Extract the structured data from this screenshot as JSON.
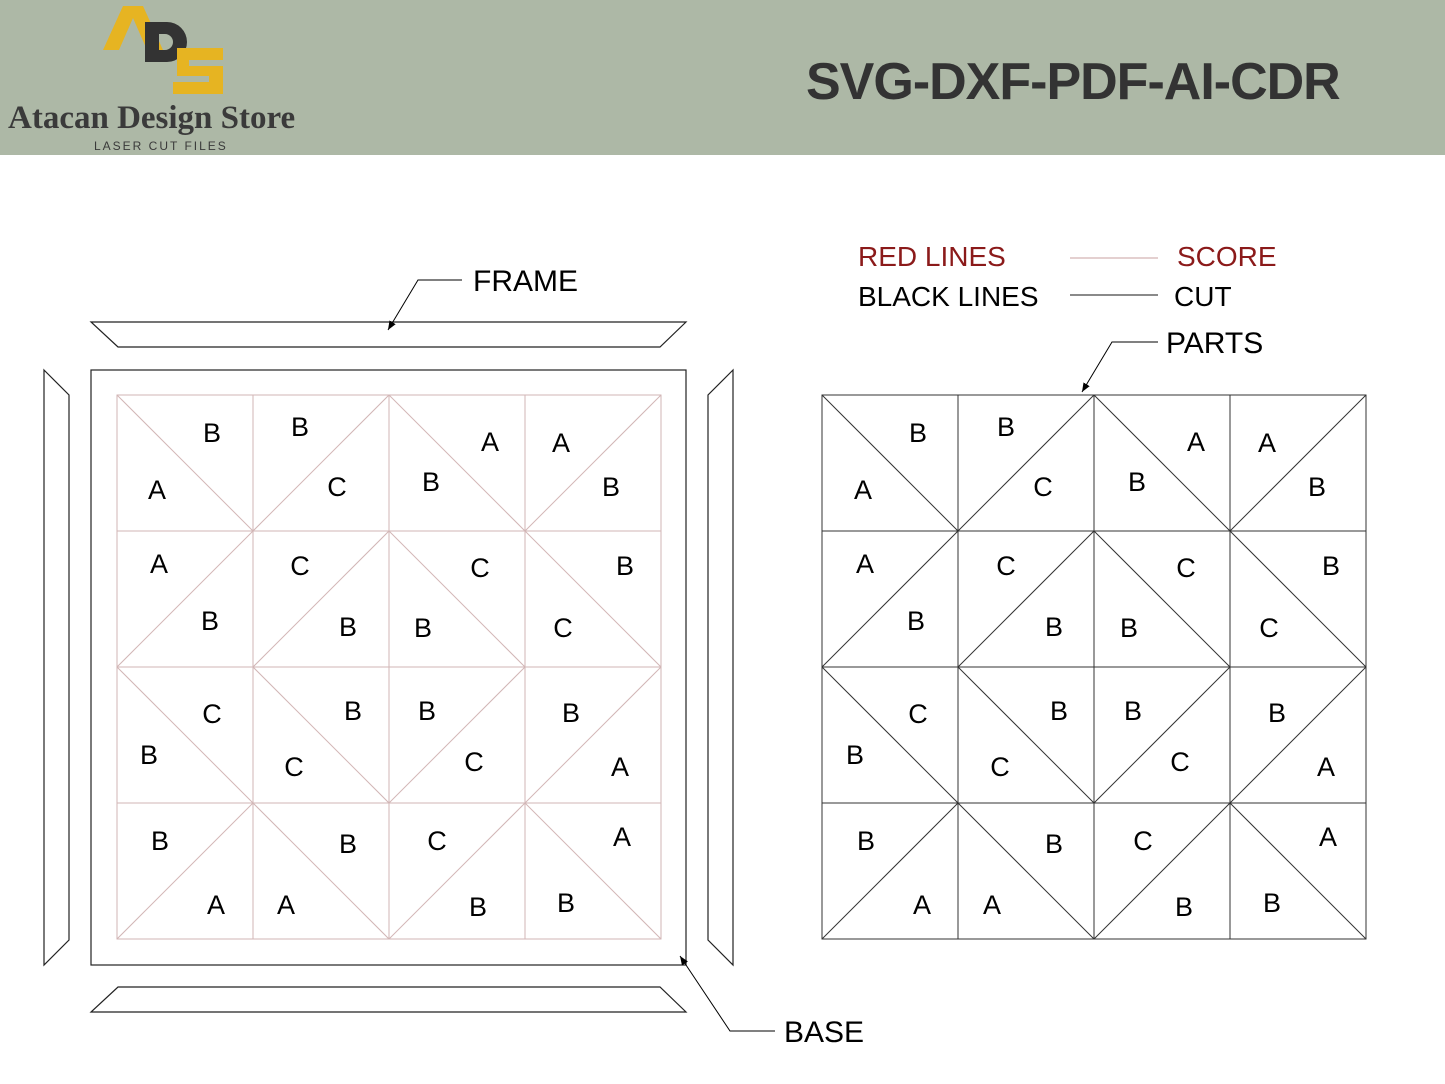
{
  "header": {
    "logo_letters": "ADS",
    "brand_name": "Atacan Design Store",
    "brand_subtitle": "LASER CUT FILES",
    "formats": "SVG-DXF-PDF-AI-CDR"
  },
  "colors": {
    "header_bg": "#adb8a6",
    "logo_yellow": "#e6b422",
    "logo_dark": "#333333",
    "score_red": "#8b1a1a",
    "score_line": "#d4b4b4"
  },
  "legend": {
    "red_lines": "RED LINES",
    "score": "SCORE",
    "black_lines": "BLACK LINES",
    "cut": "CUT"
  },
  "callouts": {
    "frame": "FRAME",
    "base": "BASE",
    "parts": "PARTS"
  },
  "grid": {
    "diagonals": [
      [
        "\\",
        "/",
        "\\",
        "/"
      ],
      [
        "/",
        "/",
        "\\",
        "\\"
      ],
      [
        "\\",
        "\\",
        "/",
        "/"
      ],
      [
        "/",
        "\\",
        "/",
        "\\"
      ]
    ],
    "labels": [
      [
        [
          "B",
          "A"
        ],
        [
          "B",
          "C"
        ],
        [
          "A",
          "B"
        ],
        [
          "A",
          "B"
        ]
      ],
      [
        [
          "A",
          "B"
        ],
        [
          "C",
          "B"
        ],
        [
          "C",
          "B"
        ],
        [
          "B",
          "C"
        ]
      ],
      [
        [
          "C",
          "B"
        ],
        [
          "B",
          "C"
        ],
        [
          "B",
          "C"
        ],
        [
          "B",
          "A"
        ]
      ],
      [
        [
          "B",
          "A"
        ],
        [
          "B",
          "A"
        ],
        [
          "C",
          "B"
        ],
        [
          "A",
          "B"
        ]
      ]
    ]
  }
}
